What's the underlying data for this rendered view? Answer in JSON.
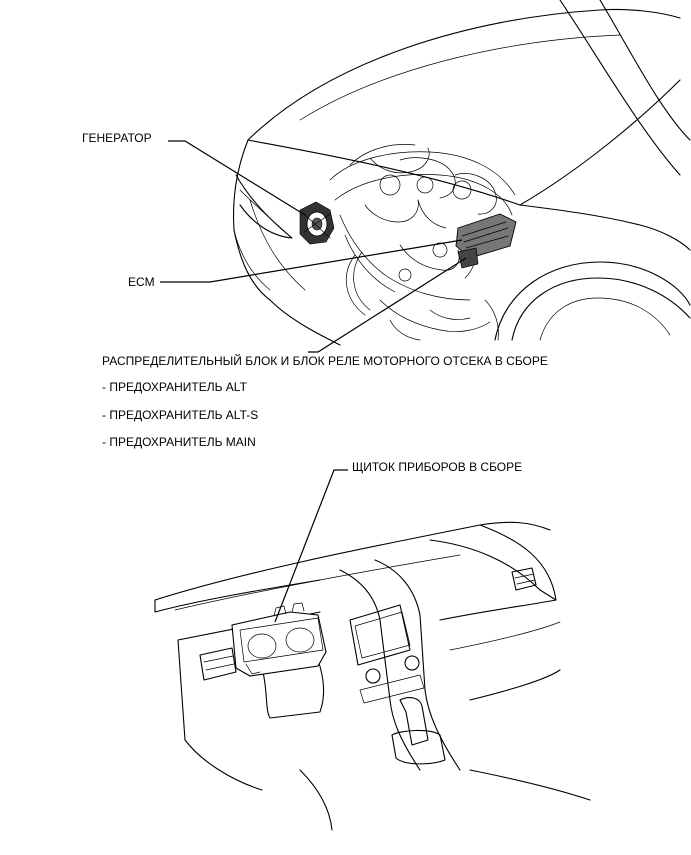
{
  "labels": {
    "generator": "ГЕНЕРАТОР",
    "ecm": "ECM",
    "relay_block": "РАСПРЕДЕЛИТЕЛЬНЫЙ БЛОК И БЛОК РЕЛЕ МОТОРНОГО ОТСЕКА В СБОРЕ",
    "fuses": [
      "- ПРЕДОХРАНИТЕЛЬ ALT",
      "- ПРЕДОХРАНИТЕЛЬ ALT-S",
      "- ПРЕДОХРАНИТЕЛЬ MAIN"
    ],
    "instrument_cluster": "ЩИТОК ПРИБОРОВ В СБОРЕ"
  }
}
